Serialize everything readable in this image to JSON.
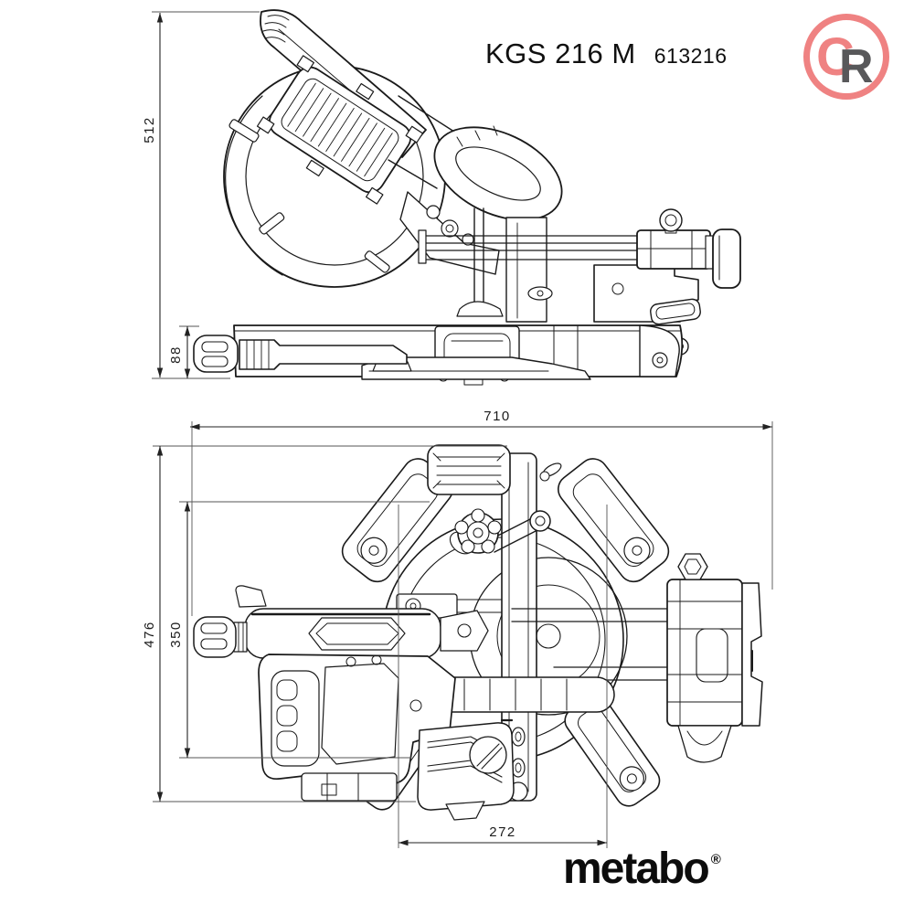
{
  "title": {
    "model": "KGS 216 M",
    "sku": "613216"
  },
  "dims": {
    "overall_height": "512",
    "base_height": "88",
    "overall_width": "710",
    "overall_depth": "476",
    "body_depth": "350",
    "base_front_width": "272"
  },
  "watermark_logo": {
    "letter_c": "C",
    "letter_r": "R",
    "accent_color": "#ef8282",
    "dark_color": "#58585a"
  },
  "brand_logo": {
    "text": "metabo",
    "registered": "®",
    "color": "#0c0c0c"
  },
  "drawing": {
    "stroke_color": "#1a1a1a",
    "extension_line_color": "#555555"
  }
}
